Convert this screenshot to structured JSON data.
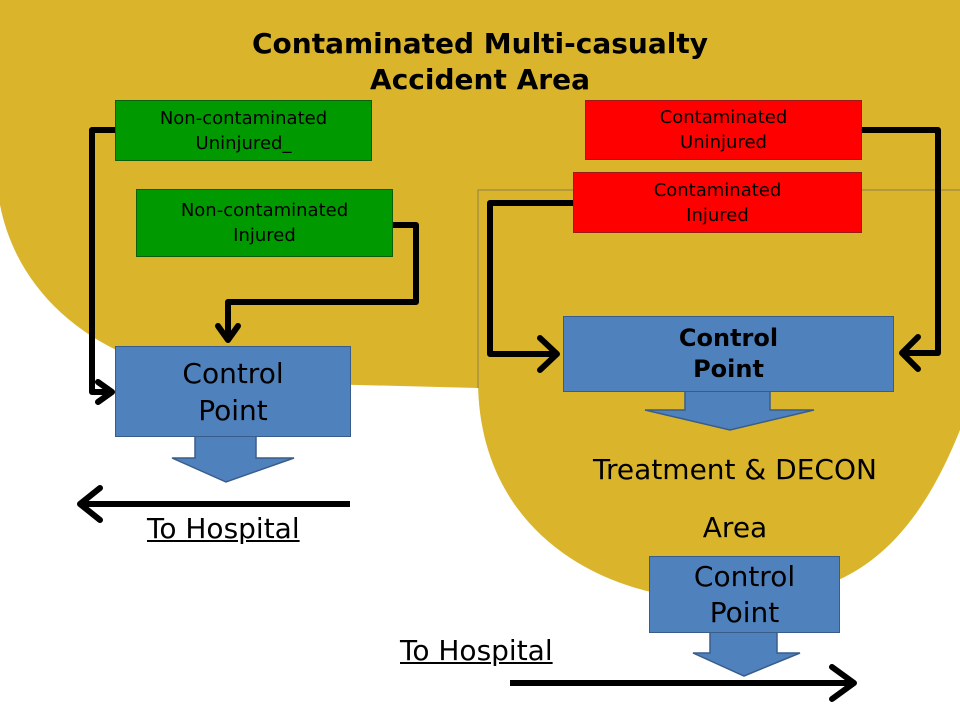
{
  "title": "Contaminated  Multi-casualty\nAccident Area",
  "boxes": {
    "non_contaminated_uninjured": "Non-contaminated\nUninjured_",
    "non_contaminated_injured": "Non-contaminated\nInjured",
    "contaminated_uninjured": "Contaminated\nUninjured",
    "contaminated_injured": "Contaminated\nInjured"
  },
  "control_points": {
    "left": "Control\nPoint",
    "right": "Control\nPoint",
    "bottom": "Control\nPoint"
  },
  "treatment_area": {
    "line1": "Treatment & DECON",
    "line2": "Area"
  },
  "to_hospital_left": "To Hospital",
  "to_hospital_bottom": "To Hospital",
  "colors": {
    "accident_area": "#DAB52C",
    "non_contaminated": "#009A00",
    "contaminated": "#FF0000",
    "control_point": "#4F81BD",
    "arrow": "#000000"
  }
}
